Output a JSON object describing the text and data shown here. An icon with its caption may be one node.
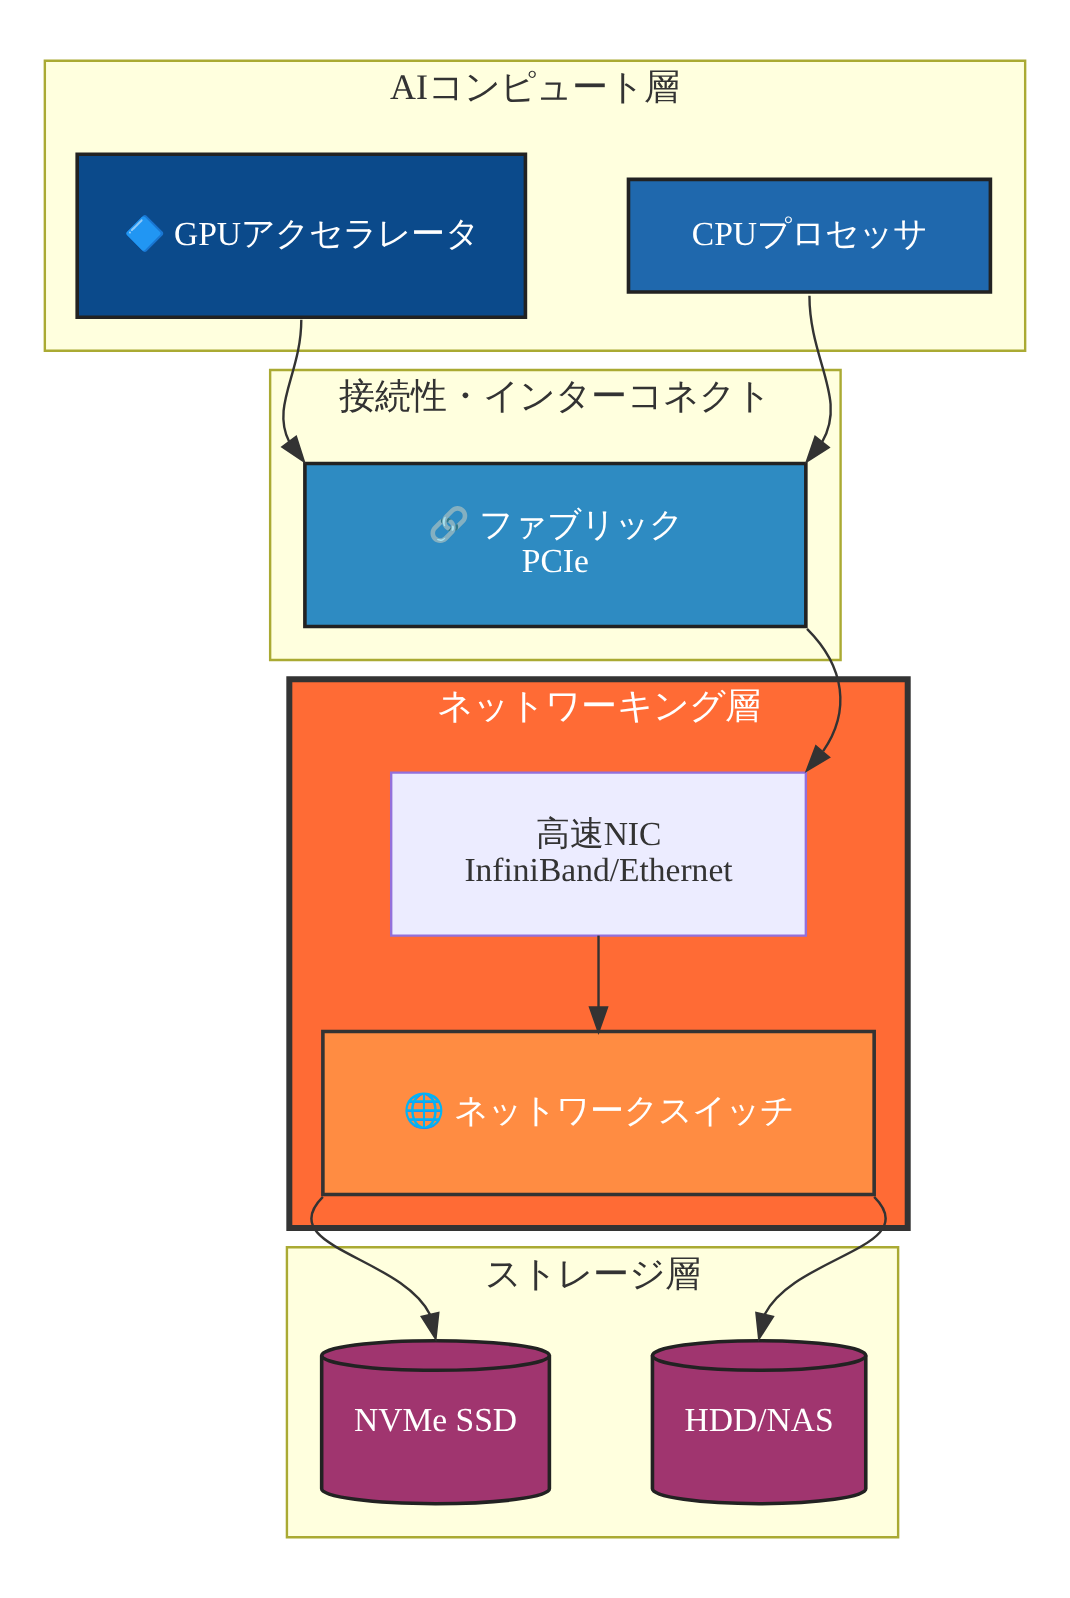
{
  "diagram": {
    "nodes": [
      {
        "text": [
          "AIコンピュート層"
        ]
      },
      {
        "text": [
          "🔷 GPUアクセラレータ"
        ],
        "in": 0
      },
      {
        "text": [
          "CPUプロセッサ"
        ],
        "in": 0
      },
      {
        "text": [
          "接続性・インターコネクト"
        ]
      },
      {
        "text": [
          "🔗 ファブリック",
          "PCIe"
        ],
        "in": 3
      },
      {
        "text": [
          "ネットワーキング層"
        ]
      },
      {
        "text": [
          "高速NIC",
          "InfiniBand/Ethernet"
        ],
        "in": 5
      },
      {
        "text": [
          "🌐 ネットワークスイッチ"
        ],
        "in": 5
      },
      {
        "text": [
          "ストレージ層"
        ]
      },
      {
        "text": [
          "NVMe SSD"
        ],
        "in": 8
      },
      {
        "text": [
          "HDD/NAS"
        ],
        "in": 8
      }
    ],
    "edges": [
      {
        "from": 1,
        "to": 4,
        "arrow": "to"
      },
      {
        "from": 2,
        "to": 4,
        "arrow": "to"
      },
      {
        "from": 4,
        "to": 6,
        "arrow": "to"
      },
      {
        "from": 6,
        "to": 7,
        "arrow": "to"
      },
      {
        "from": 7,
        "to": 9,
        "arrow": "to"
      },
      {
        "from": 7,
        "to": 10,
        "arrow": "to"
      }
    ]
  }
}
